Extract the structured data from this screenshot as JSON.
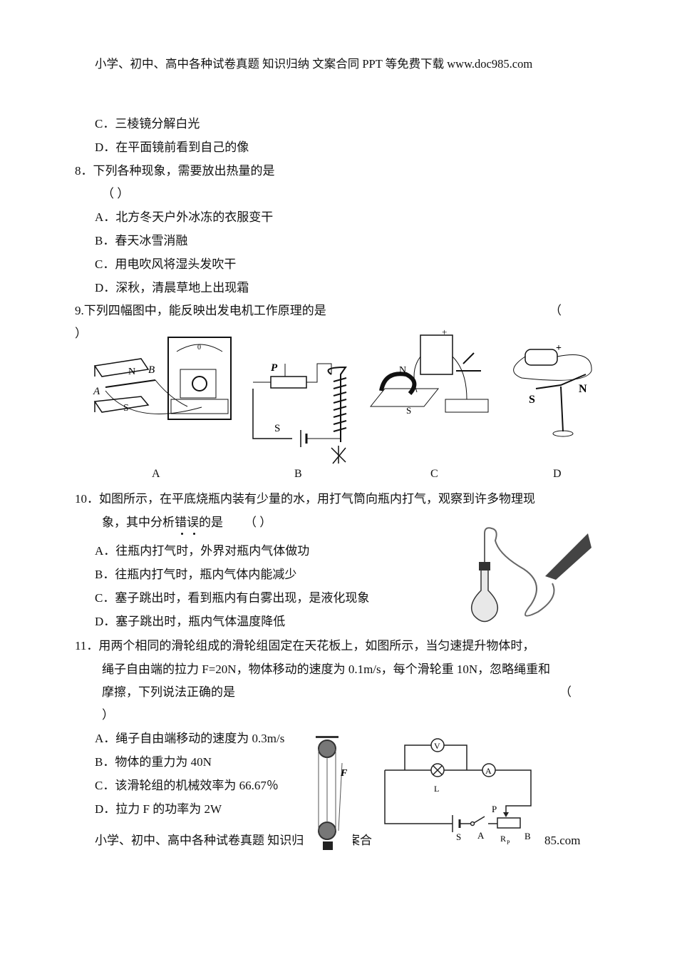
{
  "header": "小学、初中、高中各种试卷真题 知识归纳 文案合同 PPT 等免费下载   www.doc985.com",
  "q7_tail": {
    "options": [
      "C．三棱镜分解白光",
      "D．在平面镜前看到自己的像"
    ]
  },
  "q8": {
    "stem": "8．下列各种现象，需要放出热量的是",
    "bracket": "（          ）",
    "options": [
      "A．北方冬天户外冰冻的衣服变干",
      "B．春天冰雪消融",
      "C．用电吹风将湿头发吹干",
      "D．深秋，清晨草地上出现霜"
    ]
  },
  "q9": {
    "stem": "9.下列四幅图中，能反映出发电机工作原理的是",
    "bracket_open": "（",
    "bracket_close": "）",
    "figure_labels": [
      "A",
      "B",
      "C",
      "D"
    ],
    "fig_a_text": {
      "n": "N",
      "s": "S",
      "a": "A",
      "b": "B",
      "zero": "0"
    },
    "fig_b_text": {
      "p": "P",
      "s": "S"
    },
    "fig_c_text": {
      "n": "N",
      "s": "S",
      "plus": "+"
    },
    "fig_d_text": {
      "s": "S",
      "n": "N",
      "plus": "+"
    }
  },
  "q10": {
    "stem_line1": "10．如图所示，在平底烧瓶内装有少量的水，用打气筒向瓶内打气，观察到许多物理现",
    "stem_line2_pre": "象，其中分析",
    "stem_line2_emph1": "错",
    "stem_line2_emph2": "误",
    "stem_line2_post": "的是",
    "bracket": "（          ）",
    "options": [
      "A．往瓶内打气时，外界对瓶内气体做功",
      "B．往瓶内打气时，瓶内气体内能减少",
      "C．塞子跳出时，看到瓶内有白雾出现，是液化现象",
      "D．塞子跳出时，瓶内气体温度降低"
    ]
  },
  "q11": {
    "stem_line1": "11．用两个相同的滑轮组成的滑轮组固定在天花板上，如图所示，当匀速提升物体时，",
    "stem_line2": "绳子自由端的拉力 F=20N，物体移动的速度为 0.1m/s，每个滑轮重 10N，忽略绳重和",
    "stem_line3": "摩擦，下列说法正确的是",
    "bracket_open": "（",
    "bracket_close": "）",
    "options": [
      "A．绳子自由端移动的速度为 0.3m/s",
      "B．物体的重力为 40N",
      "C．该滑轮组的机械效率为 66.67％",
      "D．拉力 F 的功率为 2W"
    ],
    "pulley_label": "F",
    "circuit_labels": {
      "v": "V",
      "a_meter": "A",
      "l": "L",
      "p": "P",
      "s": "S",
      "a": "A",
      "b": "B",
      "r": "R",
      "r_sub": "P"
    }
  },
  "footer": {
    "part1": "小学、初中、高中各种试卷真题 知识归",
    "part2": "案合",
    "part3": "85.com"
  }
}
